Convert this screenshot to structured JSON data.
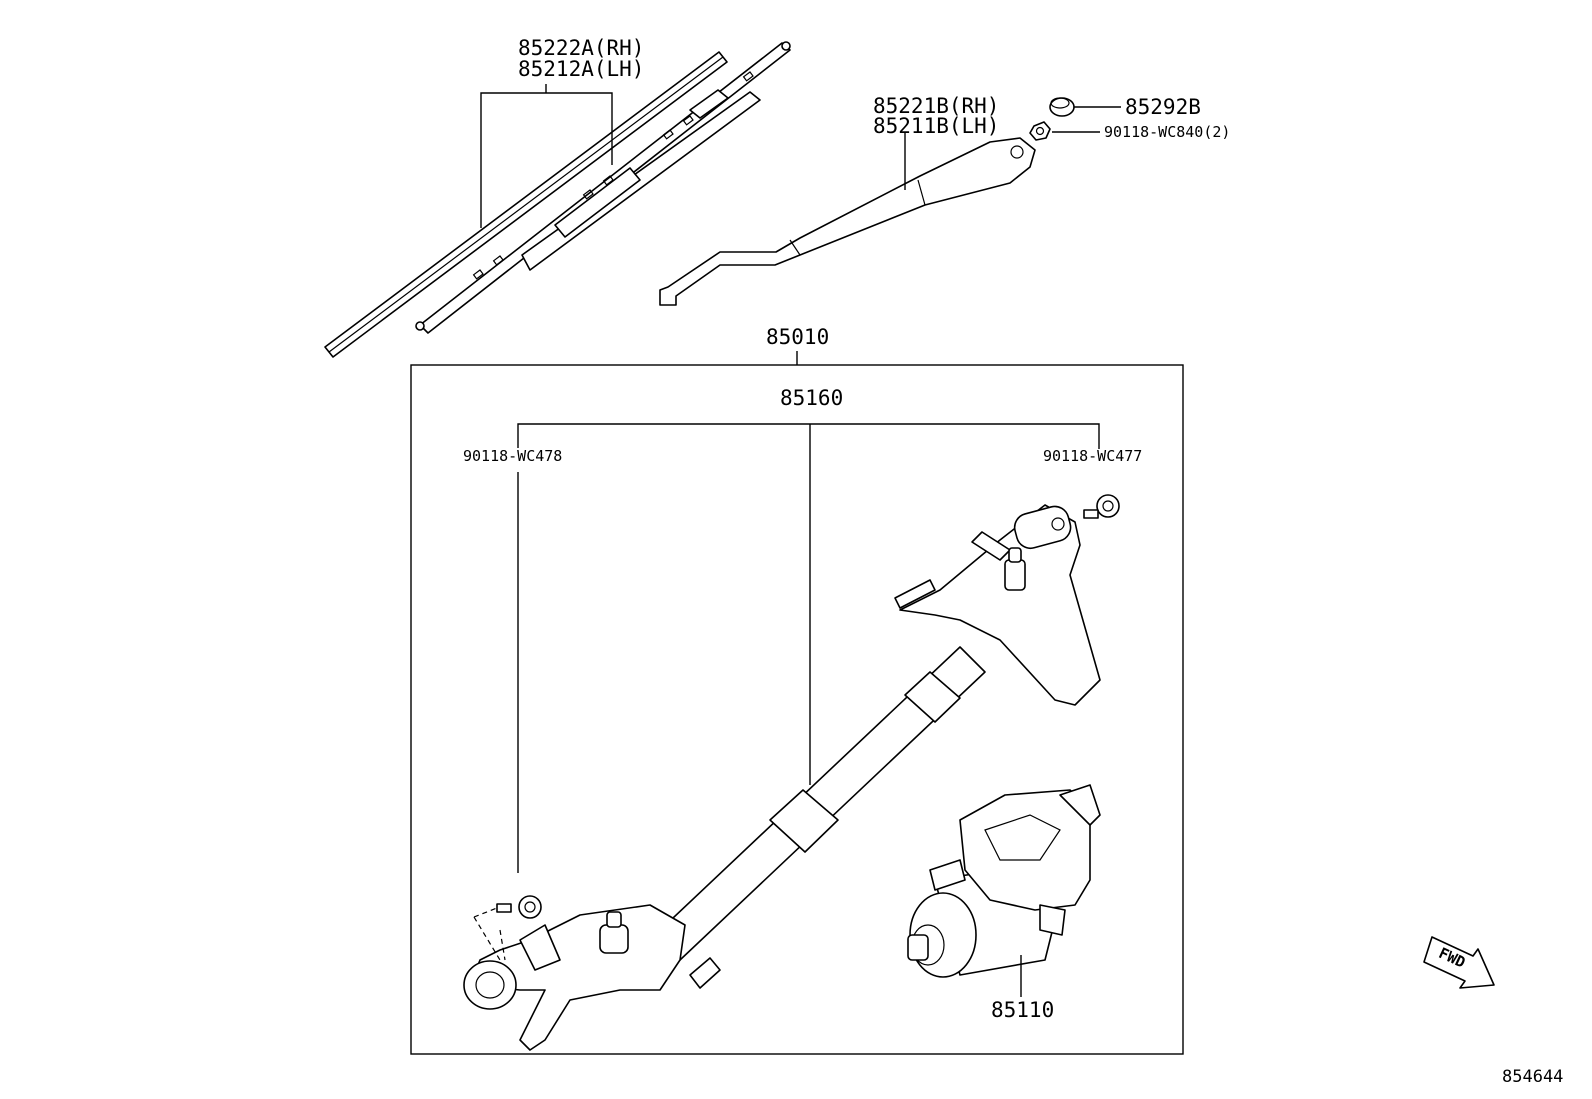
{
  "labels": {
    "blade_rh": "85222A(RH)",
    "blade_lh": "85212A(LH)",
    "arm_rh": "85221B(RH)",
    "arm_lh": "85211B(LH)",
    "cap": "85292B",
    "nut": "90118-WC840(2)",
    "assembly": "85010",
    "link": "85160",
    "bolt_left": "90118-WC478",
    "bolt_right": "90118-WC477",
    "motor": "85110",
    "fwd": "FWD",
    "diagram_id": "854644"
  }
}
